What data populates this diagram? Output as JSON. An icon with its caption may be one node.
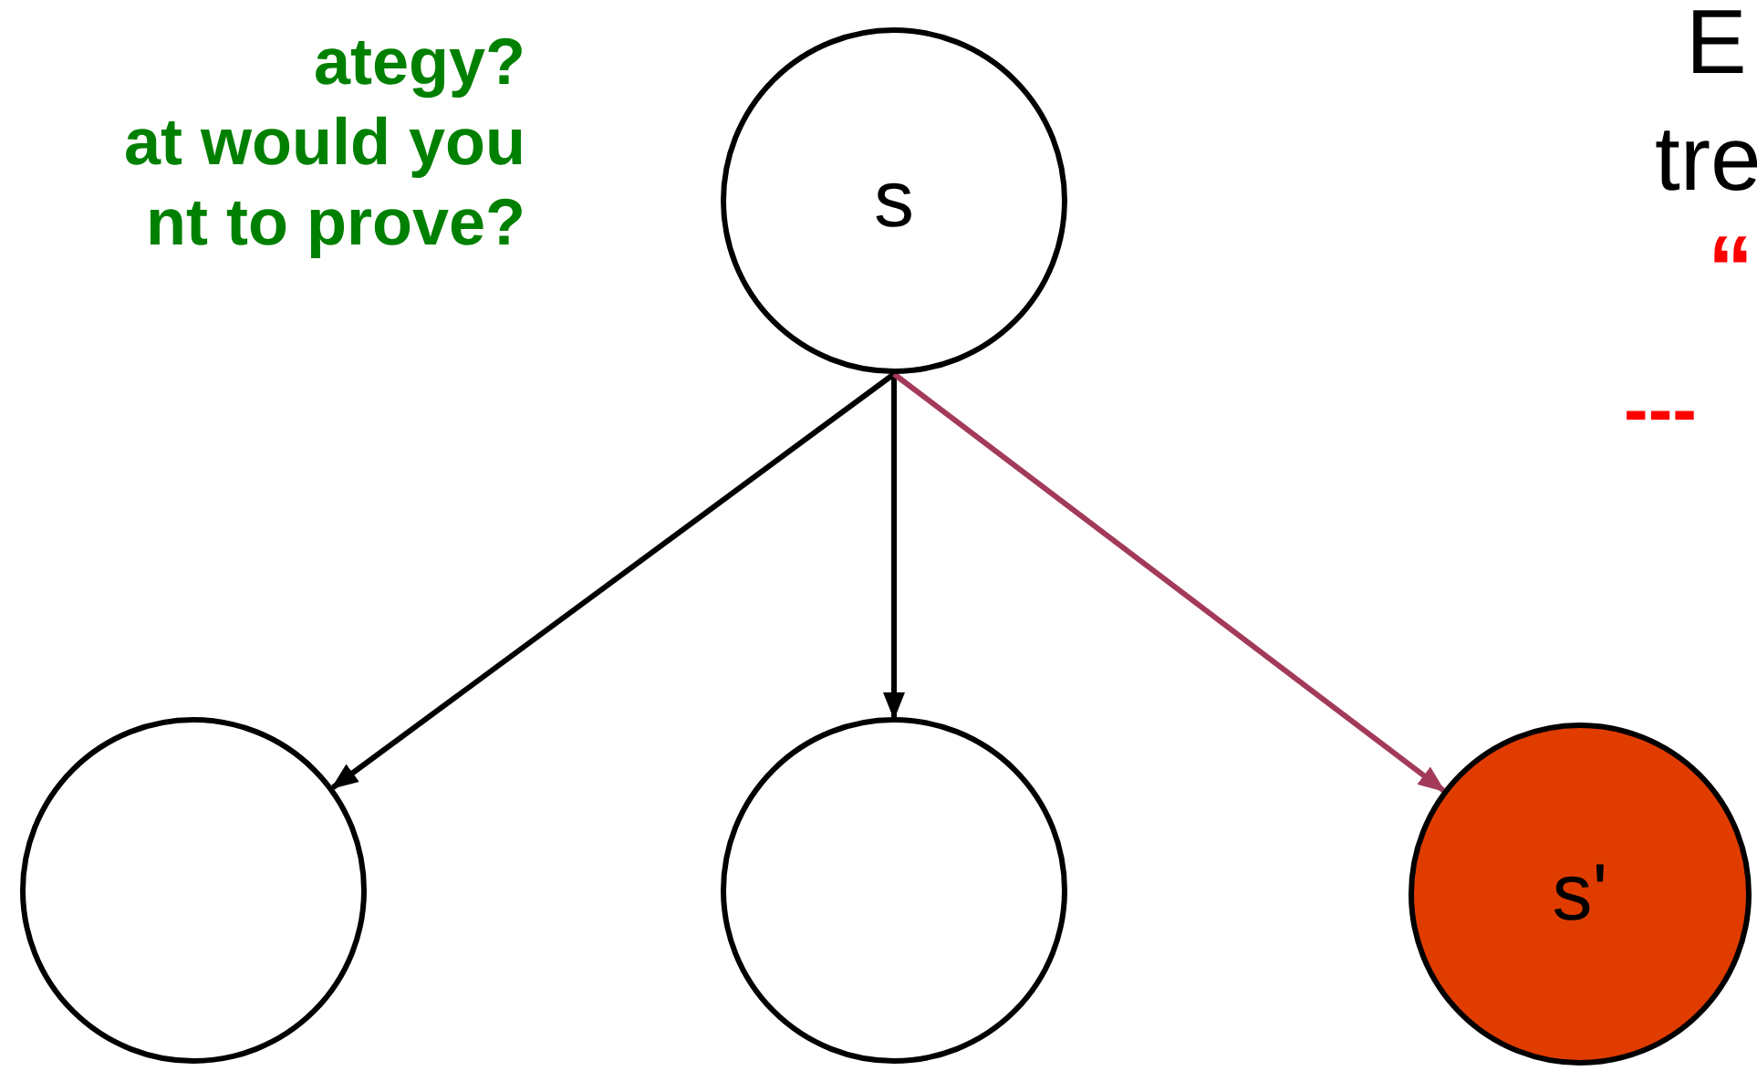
{
  "diagram": {
    "nodes": [
      {
        "text": [
          "s"
        ]
      },
      {
        "text": [],
        "shape": "circle"
      },
      {
        "text": [],
        "shape": "circle"
      },
      {
        "text": [
          "s'"
        ]
      }
    ],
    "edges": [
      {
        "from": 0,
        "to": 1,
        "arrow": "to"
      },
      {
        "from": 0,
        "to": 2,
        "arrow": "to"
      },
      {
        "from": 0,
        "to": 3,
        "arrow": "to",
        "color": "#a33a5a"
      }
    ],
    "labels": [
      "ategy?",
      "at would you",
      "nt to prove?",
      "E",
      "tre",
      "“",
      "---"
    ]
  }
}
